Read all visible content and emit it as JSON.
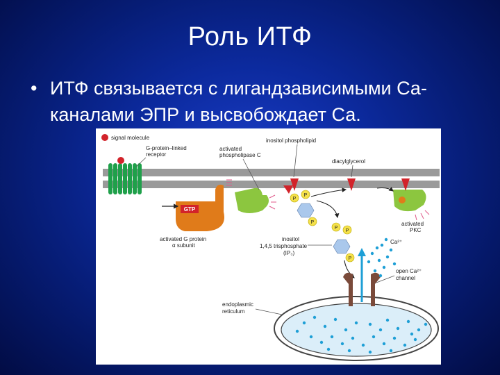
{
  "slide": {
    "title": "Роль ИТФ",
    "bullet_symbol": "•",
    "bullet_text": "ИТФ связывается с лигандзависимыми Са-каналами ЭПР и высвобождает Са."
  },
  "figure": {
    "labels": {
      "signal_molecule": "signal molecule",
      "receptor_1": "G-protein–linked",
      "receptor_2": "receptor",
      "plc_1": "activated",
      "plc_2": "phospholipase C",
      "inositol_phospholipid": "inositol phospholipid",
      "diacylglycerol": "diacylglycerol",
      "gtp": "GTP",
      "g_protein_1": "activated G protein",
      "g_protein_2": "α subunit",
      "pkc_1": "activated",
      "pkc_2": "PKC",
      "ip3_1": "inositol",
      "ip3_2": "1,4,5 trisphosphate",
      "ip3_3": "(IP₃)",
      "ca": "Ca²⁺",
      "channel_1": "open Ca²⁺",
      "channel_2": "channel",
      "er_1": "endoplasmic",
      "er_2": "reticulum",
      "p": "P"
    },
    "colors": {
      "membrane": "#9a9a9a",
      "receptor": "#1fa04a",
      "signal": "#d2232a",
      "g_protein": "#e07b1a",
      "plc": "#8cc63f",
      "ip3_ring": "#aac8ec",
      "phosphate": "#f5e14a",
      "channel": "#7a4a3a",
      "calcium": "#1e9fd6",
      "er_fill": "#dbeef9"
    }
  }
}
